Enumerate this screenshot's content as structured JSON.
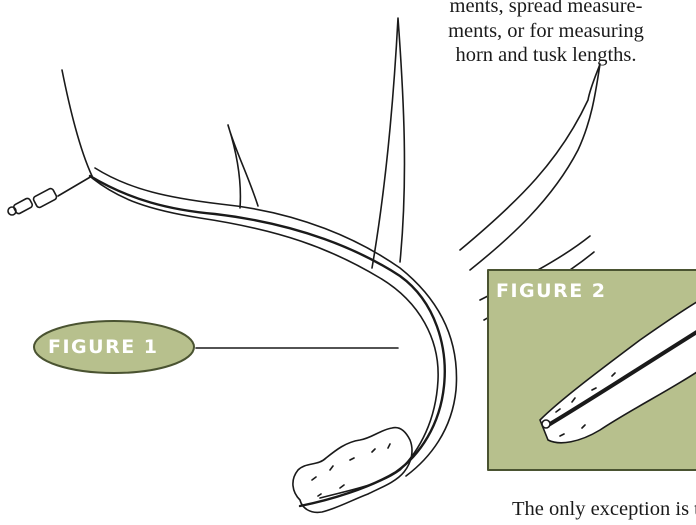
{
  "text_top_lines": [
    "ments, spread measure-",
    "ments, or for measuring",
    "horn and tusk lengths."
  ],
  "figure1_label": "FIGURE 1",
  "figure2_label": "FIGURE 2",
  "text_bottom": "The only exception is that",
  "colors": {
    "panel_fill": "#b7c08d",
    "panel_border": "#4a5331",
    "label_fill": "#b7c08d",
    "line": "#1a1a1a"
  }
}
